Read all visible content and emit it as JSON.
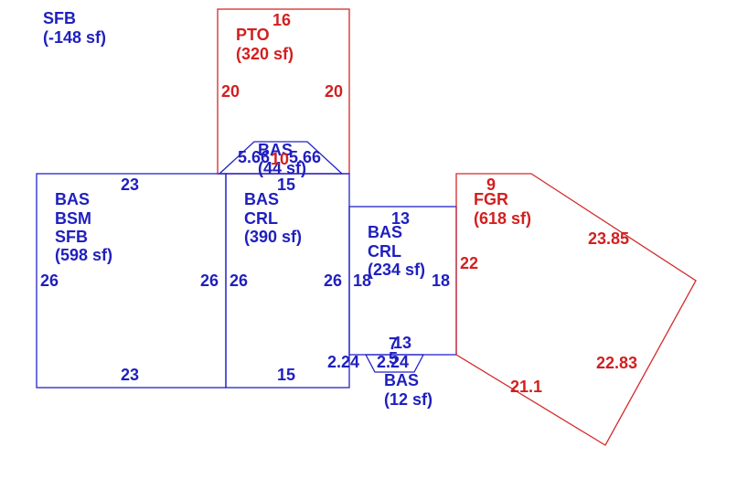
{
  "colors": {
    "blue": "#1f1fbf",
    "red": "#d31f1f"
  },
  "legend": {
    "line1": "SFB",
    "line2": "(-148 sf)"
  },
  "areas": {
    "pto": {
      "line1": "PTO",
      "line2": "(320 sf)"
    },
    "bas_top": {
      "line1": "BAS",
      "line2": "(44 sf)"
    },
    "bsm": {
      "line1": "BAS",
      "line2": "BSM",
      "line3": "SFB",
      "line4": "(598 sf)"
    },
    "crl_mid": {
      "line1": "BAS",
      "line2": "CRL",
      "line3": "(390 sf)"
    },
    "crl_right": {
      "line1": "BAS",
      "line2": "CRL",
      "line3": "(234 sf)"
    },
    "bas_bottom": {
      "line1": "BAS",
      "line2": "(12 sf)"
    },
    "fgr": {
      "line1": "FGR",
      "line2": "(618 sf)"
    }
  },
  "dimensions": {
    "pto_top": "16",
    "pto_left": "20",
    "pto_right": "20",
    "bas_top_left": "5.66",
    "bas_top_mid": "10",
    "bas_top_right": "5.66",
    "bsm_top": "23",
    "bsm_left": "26",
    "bsm_right": "26",
    "bsm_bottom": "23",
    "crl_mid_top": "15",
    "crl_mid_left": "26",
    "crl_mid_right": "26",
    "crl_mid_bottom": "15",
    "crl_right_top": "13",
    "crl_right_left": "18",
    "crl_right_right": "18",
    "crl_right_bottom": "13",
    "bas_bottom_left": "2.24",
    "bas_bottom_top": "7",
    "bas_bottom_right": "2.24",
    "bas_bottom_mid": "5",
    "fgr_top": "9",
    "fgr_left": "22",
    "fgr_upper_right": "23.85",
    "fgr_lower_right": "22.83",
    "fgr_bottom": "21.1"
  }
}
